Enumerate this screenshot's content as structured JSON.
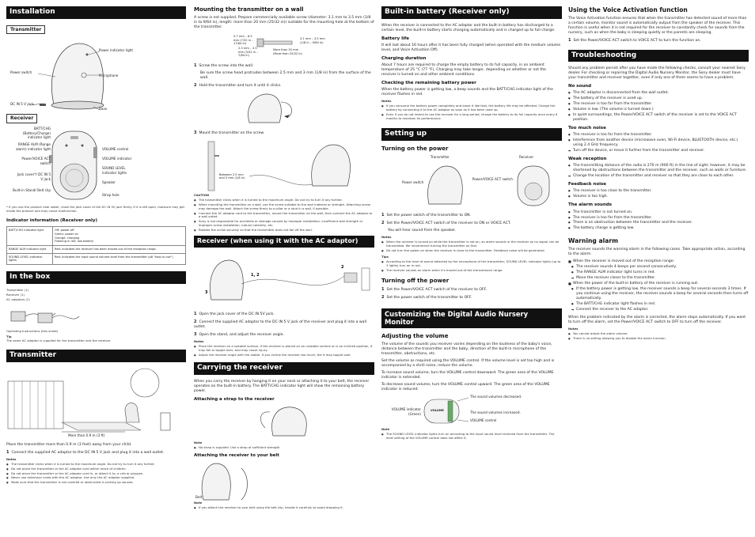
{
  "col1": {
    "installation": "Installation",
    "transmitter_tag": "Transmitter",
    "tx_labels": {
      "power_indicator": "Power indicator light",
      "power_switch": "Power switch",
      "microphone": "Microphone",
      "dc_jack": "DC IN 5 V jack",
      "base": "Base"
    },
    "receiver_tag": "Receiver",
    "rx_labels": {
      "batt": "BATT/CHG (Battery/Charge) indicator light",
      "range": "RANGE ALM (Range alarm) indicator light",
      "voice_act": "Power/VOICE ACT switch",
      "jack_cover": "Jack cover*/ DC IN 5 V jack",
      "stand": "Built-in Stand/ Belt clip",
      "vol_ctrl": "VOLUME control",
      "vol_ind": "VOLUME indicator",
      "sound_level": "SOUND LEVEL indicator lights",
      "speaker": "Speaker",
      "strap": "Strap hole"
    },
    "footnote": "* If you use the product near water, close the jack cover of the DC IN 5V jack firmly. If it is left open, moisture may get inside the product and may cause malfunction.",
    "ind_title": "Indicator information (Receiver only)",
    "ind_rows": [
      [
        "BATT/CHG indicator light",
        "Off: power off\nGreen: power on\nOrange: charging\nFlashing in red: low battery"
      ],
      [
        "RANGE ALM indicator light",
        "Red: indicates the receiver has been moved out of the reception range."
      ],
      [
        "SOUND LEVEL indicator lights",
        "Red: indicates the input sound volume level from the transmitter (p8 \"how to use\")"
      ]
    ],
    "inbox_title": "In the box",
    "inbox_items": [
      "Transmitter (1)",
      "Receiver (1)",
      "AC adaptors (2)"
    ],
    "inbox_ops": "Operating Instructions (this sheet)",
    "tip_label": "Tip",
    "tip_text": "The same AC adaptor is supplied for the transmitter and the receiver.",
    "transmitter_title": "Transmitter",
    "place_text": "Place the transmitter more than 0.9 m (3 feet) away from your child.",
    "distance": "More than 0.9 m (3 ft)",
    "step1": "Connect the supplied AC adaptor to the DC IN 5 V jack and plug it into a wall outlet.",
    "notes_label": "Notes",
    "notes": [
      "The transmitter clicks when it is turned to the maximum angle. Do not try to turn it any further.",
      "Do not place the transmitter or the AC adaptor cord within reach of children.",
      "Do not place the transmitter or the AC adaptor cord in, or attach it to, a crib or playpen.",
      "Never use extension cords with the AC adaptor. Use only the AC adaptor supplied.",
      "Make sure that the transmitter is not covered or obstructed in picking up sounds."
    ]
  },
  "col2": {
    "mount_title": "Mounting the transmitter on a wall",
    "mount_text": "A screw is not supplied. Prepare commercially available screw (diameter: 3.1 mm to 3.5 mm (1/8 in to 9/64 in), length: more than 20 mm (25/32 in)) suitable for the mounting hole at the bottom of the transmitter.",
    "screw_dims": [
      "5.7 mm – 6.5 mm (7/32 in – 17/64 in)",
      "3.1 mm – 3.5 mm (1/8 in – 9/64 in)",
      "2.3 mm – 2.5 mm (3/32 in – 7/64 in)",
      "More than 20 mm (More than 25/32 in)"
    ],
    "step1": "Screw the screw into the wall.",
    "step1_sub": "Be sure the screw head protrudes between 2.5 mm and 3 mm (1/8 in) from the surface of the wall.",
    "step2": "Hold the transmitter and turn it until it clicks.",
    "step3": "Mount the transmitter on the screw.",
    "between": "Between 2.5 mm and 3 mm (1/8 in)",
    "caution_label": "CAUTION",
    "cautions": [
      "The transmitter clicks when it is turned to the maximum angle. Do not try to turn it any further.",
      "When mounting the transmitter on a wall, use the screw suitable to the wall material or strength. Attaching screw may damage the wall. Attach the screw firmly to a pillar or a stud in a wall, if possible.",
      "Connect the AC adaptor cord to the transmitter, mount the transmitter on the wall, then connect the AC adaptor to a wall outlet.",
      "Sony is not responsible for accidents or damage caused by improper installation, insufficient wall strength or improper screw installation, natural calamity, etc.",
      "Rotates the screw securely so that the transmitter does not fall off the wall."
    ],
    "receiver_title": "Receiver (when using it with the AC adaptor)",
    "r_step1": "Open the jack cover of the DC IN 5V jack.",
    "r_step2": "Connect the supplied AC adaptor to the DC IN 5 V jack of the receiver and plug it into a wall outlet.",
    "r_step3": "Open the stand, and adjust the receiver angle.",
    "r_notes_label": "Notes",
    "r_notes": [
      "Place the receiver on a suitable surface. If the receiver is placed on an unstable surface or is an inclined position, it may fall or topple over, and may cause injury.",
      "Adjust the receiver angle with the stable. If you incline the receiver too much, the it may topple over."
    ],
    "carry_title": "Carrying the receiver",
    "carry_text": "When you carry the receiver by hanging it on your neck or attaching it to your belt, the receiver operates on the built-in battery. The BATT/CHG indicator light will show the remaining battery power.",
    "strap_title": "Attaching a strap to the receiver",
    "strap_note_label": "Note",
    "strap_note": "No strap is supplied. Use a strap of sufficient strength.",
    "belt_title": "Attaching the receiver to your belt",
    "belt_label": "Belt",
    "belt_note_label": "Note",
    "belt_note": "If you attach the receiver to your belt using the belt clip, handle it carefully to avoid dropping it."
  },
  "col3": {
    "battery_title": "Built-in battery (Receiver only)",
    "battery_text": "When the receiver is connected to the AC adaptor and the built-in battery has discharged to a certain level, the built-in battery starts charging automatically and is charged up to full charge.",
    "life_title": "Battery life",
    "life_text": "It will last about 16 hours after it has been fully charged (when operated with the medium volume level, and Voice Activation Off).",
    "charge_title": "Charging duration",
    "charge_text": "About 7 hours are required to charge the empty battery to its full capacity, in an ambient temperature of 25 °C (77 °F). Charging may take longer, depending on whether or not the receiver is turned on and other ambient conditions.",
    "remain_title": "Checking the remaining battery power",
    "remain_text": "When the battery power is getting low, a beep sounds and the BATT/CHG indicator light of the receiver flashes in red.",
    "notes_label": "Notes",
    "notes": [
      "If you consume the battery power completely and leave it like that, the battery life may be affected. Charge the battery by connecting it to the AC adaptor as soon as it has been used up.",
      "Even if you do not intend to use the receiver for a long period, charge the battery to its full capacity once every 6 months to maintain its performance."
    ],
    "setup_title": "Setting up",
    "power_on_title": "Turning on the power",
    "fig_labels": {
      "transmitter": "Transmitter",
      "receiver": "Receiver",
      "power_switch": "Power switch",
      "voice_act": "Power/VOICE ACT switch"
    },
    "p_step1": "Set the power switch of the transmitter to ON.",
    "p_step2": "Set the Power/VOICE ACT switch of the receiver to ON or VOICE ACT.",
    "p_step2_sub": "You will hear sound from the speaker.",
    "p_notes_label": "Notes",
    "p_notes": [
      "When the receiver is turned on while the transmitter is not on, an alarm sounds in the receiver as no signal can be transmitted. We recommend turning the transmitter on first.",
      "Do not turn the power on when the receiver is close to the transmitter. Feedback noise will be generated."
    ],
    "tips_label": "Tips",
    "tips": [
      "According to the level of sound detected by the microphone of the transmitter, SOUND LEVEL indicator lights (up to 3 lights) turn on in red.",
      "The receiver sounds an alarm when it's moved out of the transmission range."
    ],
    "off_title": "Turning off the power",
    "o_step1": "Set the Power/VOICE ACT switch of the receiver to OFF.",
    "o_step2": "Set the power switch of the transmitter to OFF.",
    "custom_title": "Customizing the Digital Audio Nursery Monitor",
    "adjust_title": "Adjusting the volume",
    "adjust_text": "The volume of the sounds you receiver varies depending on the loudness of the baby's voice, distance between the transmitter and the baby, direction of the built-in microphone of the transmitter, obstructions, etc.",
    "adjust_text2": "Set the volume as required using the VOLUME control. If the volume level is set too high and is accompanied by a shrill noise, reduce the volume.",
    "increase_text": "To increase sound volume, turn the VOLUME control downward. The green area of the VOLUME indicator is extended.",
    "decrease_text": "To decrease sound volume, turn the VOLUME control upward. The green area of the VOLUME indicator is reduced.",
    "vol_labels": {
      "decreased": "The sound volumes decreased.",
      "indicator": "VOLUME indicator (Green)",
      "increased": "The sound volumes increased.",
      "control": "VOLUME control",
      "volume": "VOLUME"
    },
    "v_note_label": "Note",
    "v_note": "The SOUND LEVEL indicator lights turn on according to the input sound level received from the transmitter. The level setting of the VOLUME control does not affect it."
  },
  "col4": {
    "voice_title": "Using the Voice Activation function",
    "voice_text": "The Voice Activation function ensures that when the transmitter has detected sound of more than a certain volume, monitor sound is automatically output from the speaker of the receiver. This function is useful when it is not required for the receiver to constantly check for sounds from the nursery, such as when the baby is sleeping quietly or the parents are sleeping.",
    "voice_step": "Set the Power/VOICE ACT switch to VOICE ACT to turn the function on.",
    "trouble_title": "Troubleshooting",
    "trouble_text": "Should any problem persist after you have made the following checks, consult your nearest Sony dealer. For checking or repairing the Digital Audio Nursery Monitor, the Sony dealer must have your transmitter and receiver together, even if only one of them seems to have a problem.",
    "nosound_title": "No sound",
    "nosound": [
      "The AC adaptor is disconnected from the wall outlet.",
      "The battery of the receiver is used up.",
      "The receiver is too far from the transmitter.",
      "Volume is low. (The volume is turned down.)",
      "In quiet surroundings, the Power/VOICE ACT switch of the receiver is set to the VOICE ACT position."
    ],
    "noise_title": "Too much noise",
    "noise": [
      "The receiver is too far from the transmitter.",
      "Interference from another device (microwave oven, Wi-Fi device, BLUETOOTH device, etc.) using 2.4 GHz frequency."
    ],
    "noise_arrow": "Turn off the device, or move it further from the transmitter and receiver.",
    "weak_title": "Weak reception",
    "weak": "The transmitting distance of the radio is 270 m (900 ft) in the line of sight; however, it may be shortened by obstructions between the transmitter and the receiver, such as walls or furniture.",
    "weak_arrow": "Change the location of the transmitter and receiver so that they are close to each other.",
    "feedback_title": "Feedback noise",
    "feedback": [
      "The receiver is too close to the transmitter.",
      "Volume is too high."
    ],
    "alarm_title": "The alarm sounds",
    "alarm": [
      "The transmitter is not turned on.",
      "The receiver is too far from the transmitter.",
      "There is an obstruction between the transmitter and the receiver.",
      "The battery charge is getting low."
    ],
    "warning_title": "Warning alarm",
    "warning_text": "The receiver sounds the warning alarm in the following cases. Take appropriate action, according to the alarm.",
    "w1": "When the receiver is moved out of the reception range:",
    "w1_sub": [
      "The receiver sounds 4 beeps per second consecutively.",
      "The RANGE ALM indicator light turns in red."
    ],
    "w1_arrow": "Move the receiver closer to the transmitter.",
    "w2": "When the power of the built-in battery of the receiver is running out:",
    "w2_sub": [
      "If the battery power is getting low, the receiver sounds a beep for several seconds 3 times. If you continue using the receiver, the receiver sounds a beep for several seconds then turns off automatically.",
      "The BATT/CHG indicator light flashes in red."
    ],
    "w2_arrow": "Connect the receiver to the AC adaptor.",
    "after_text": "When the problem indicated by the alarm is corrected, the alarm stops automatically. If you want to turn off the alarm, set the Power/VOICE ACT switch to OFF to turn off the receiver.",
    "notes_label": "Notes",
    "notes": [
      "You cannot adjust the alarm volume.",
      "There is no setting allowing you to disable the alarm function."
    ]
  }
}
